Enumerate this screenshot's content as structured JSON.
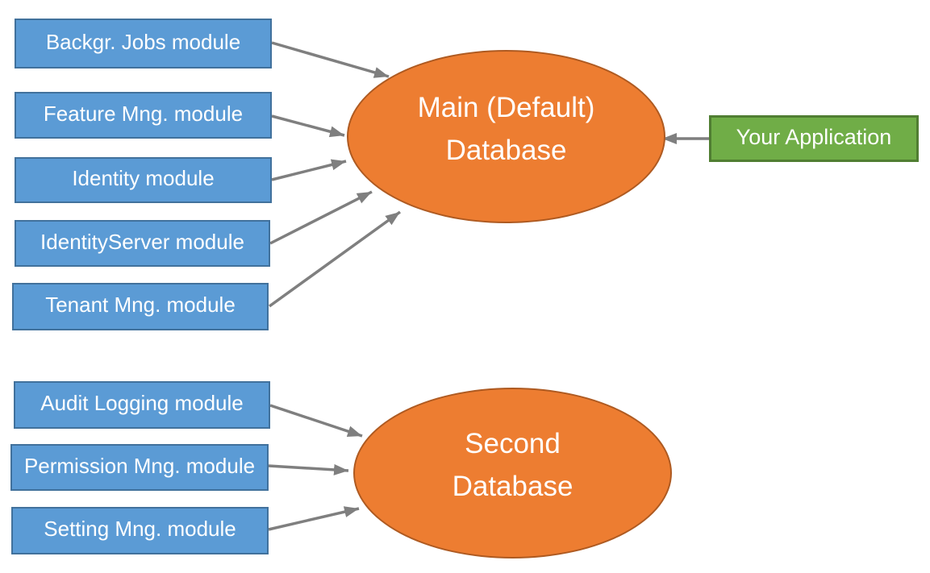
{
  "colors": {
    "background": "#FFFFFF",
    "module_fill": "#5B9BD5",
    "module_border": "#41719C",
    "database_fill": "#ED7D31",
    "database_border": "#AE5A21",
    "application_fill": "#70AD47",
    "application_border": "#507E32",
    "arrow": "#7F7F7F",
    "text": "#FFFFFF"
  },
  "diagram": {
    "main_group": {
      "modules": [
        {
          "label": "Backgr. Jobs module"
        },
        {
          "label": "Feature Mng. module"
        },
        {
          "label": "Identity module"
        },
        {
          "label": "IdentityServer module"
        },
        {
          "label": "Tenant Mng. module"
        }
      ],
      "database": {
        "line1": "Main (Default)",
        "line2": "Database"
      }
    },
    "second_group": {
      "modules": [
        {
          "label": "Audit Logging module"
        },
        {
          "label": "Permission Mng. module"
        },
        {
          "label": "Setting Mng. module"
        }
      ],
      "database": {
        "line1": "Second",
        "line2": "Database"
      }
    },
    "application": {
      "label": "Your Application"
    }
  }
}
